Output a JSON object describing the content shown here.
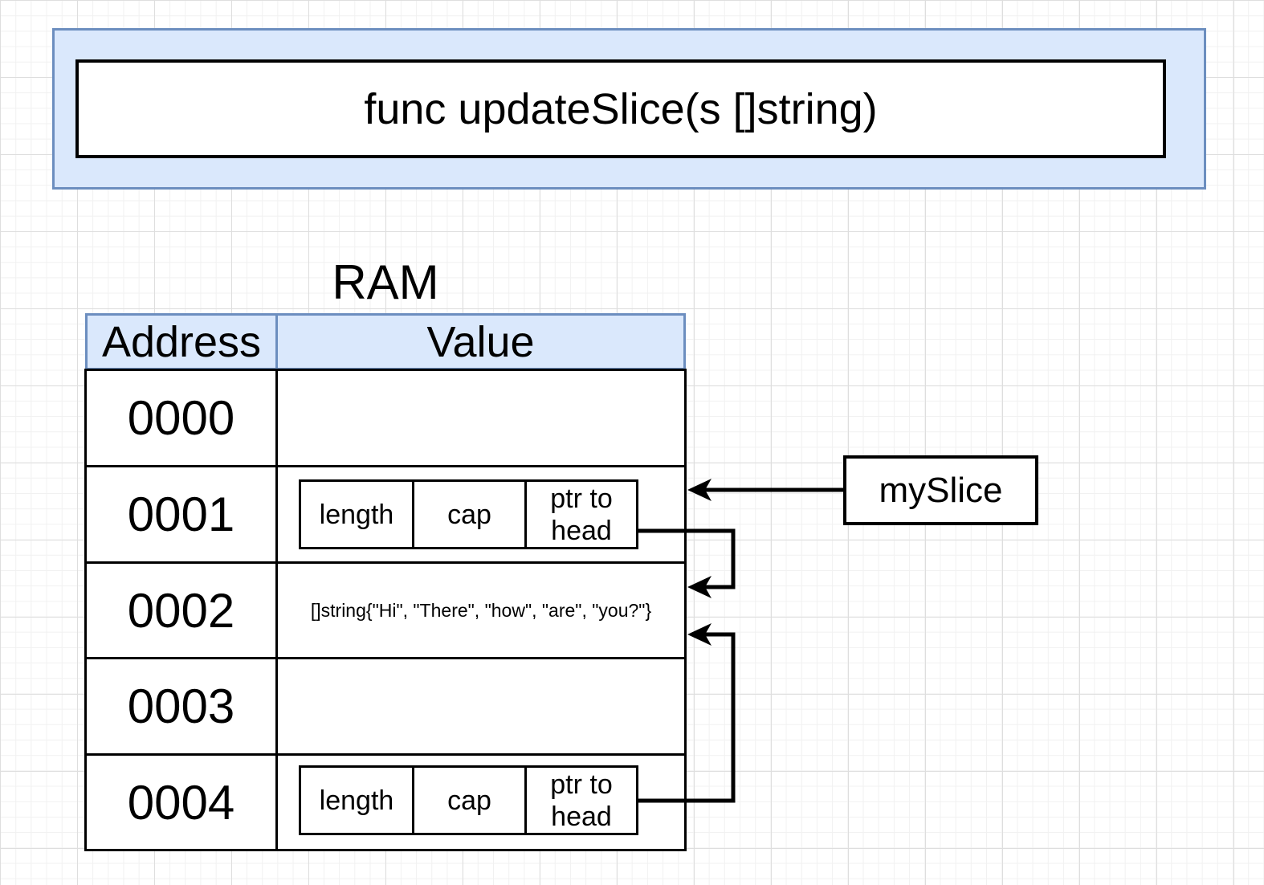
{
  "function_signature": "func updateSlice(s []string)",
  "ram": {
    "title": "RAM",
    "headers": {
      "address": "Address",
      "value": "Value"
    },
    "rows": [
      {
        "address": "0000",
        "value": ""
      },
      {
        "address": "0001",
        "slice_header": {
          "length": "length",
          "cap": "cap",
          "ptr": "ptr to head"
        }
      },
      {
        "address": "0002",
        "value": "[]string{\"Hi\", \"There\", \"how\", \"are\", \"you?\"}"
      },
      {
        "address": "0003",
        "value": ""
      },
      {
        "address": "0004",
        "slice_header": {
          "length": "length",
          "cap": "cap",
          "ptr": "ptr to head"
        }
      }
    ]
  },
  "variable": {
    "label": "mySlice"
  },
  "colors": {
    "header_fill": "#dae8fc",
    "header_stroke": "#6c8ebf",
    "line": "#000000"
  }
}
